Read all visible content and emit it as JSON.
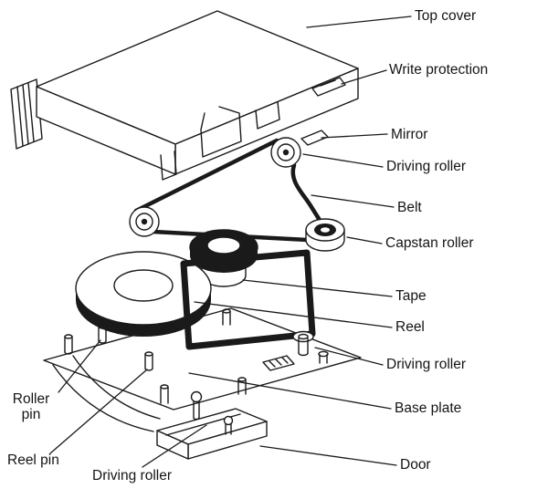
{
  "colors": {
    "line": "#1a1a1a",
    "background": "#ffffff"
  },
  "labels": {
    "top_cover": "Top cover",
    "write_protection": "Write protection",
    "mirror": "Mirror",
    "driving_roller_1": "Driving roller",
    "belt": "Belt",
    "capstan_roller": "Capstan roller",
    "tape": "Tape",
    "reel": "Reel",
    "driving_roller_2": "Driving roller",
    "base_plate": "Base plate",
    "door": "Door",
    "roller_pin": "Roller pin",
    "reel_pin": "Reel pin",
    "driving_roller_3": "Driving roller"
  }
}
